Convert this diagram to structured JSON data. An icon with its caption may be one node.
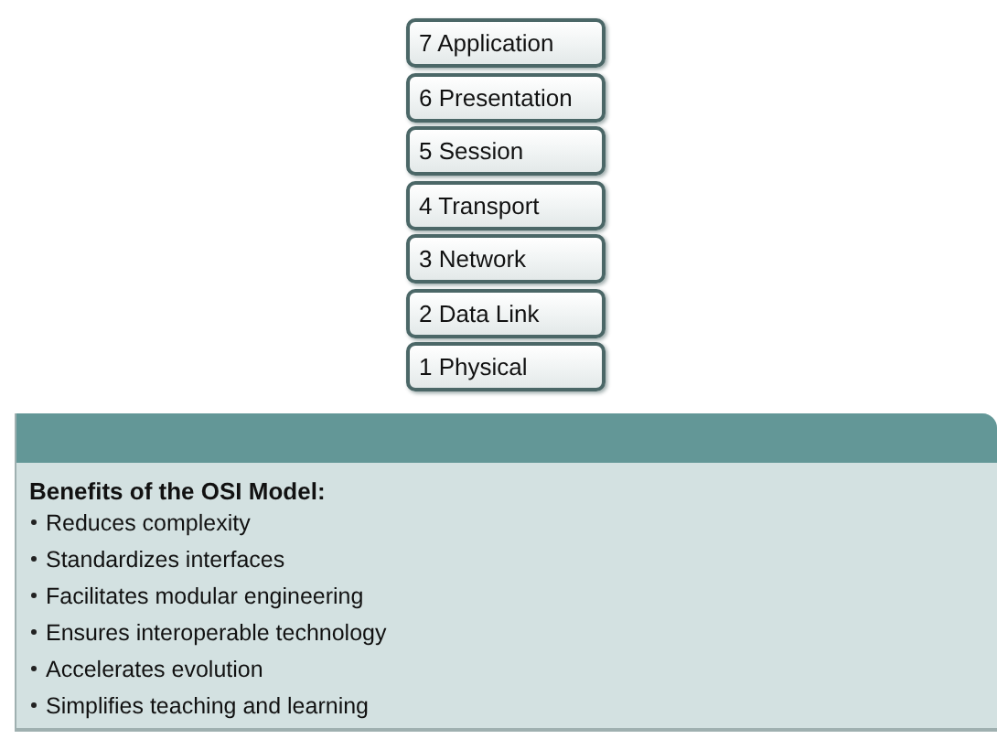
{
  "diagram": {
    "nodes": [
      {
        "text": [
          "7 Application"
        ]
      },
      {
        "text": [
          "6 Presentation"
        ]
      },
      {
        "text": [
          "5 Session"
        ]
      },
      {
        "text": [
          "4 Transport"
        ]
      },
      {
        "text": [
          "3 Network"
        ]
      },
      {
        "text": [
          "2 Data Link"
        ]
      },
      {
        "text": [
          "1 Physical"
        ]
      },
      {
        "text": [
          "Benefits of the OSI Model:",
          "Reduces complexity",
          "Standardizes interfaces",
          "Facilitates modular engineering",
          "Ensures interoperable technology",
          "Accelerates evolution",
          "Simplifies teaching and learning"
        ]
      }
    ],
    "edges": []
  }
}
